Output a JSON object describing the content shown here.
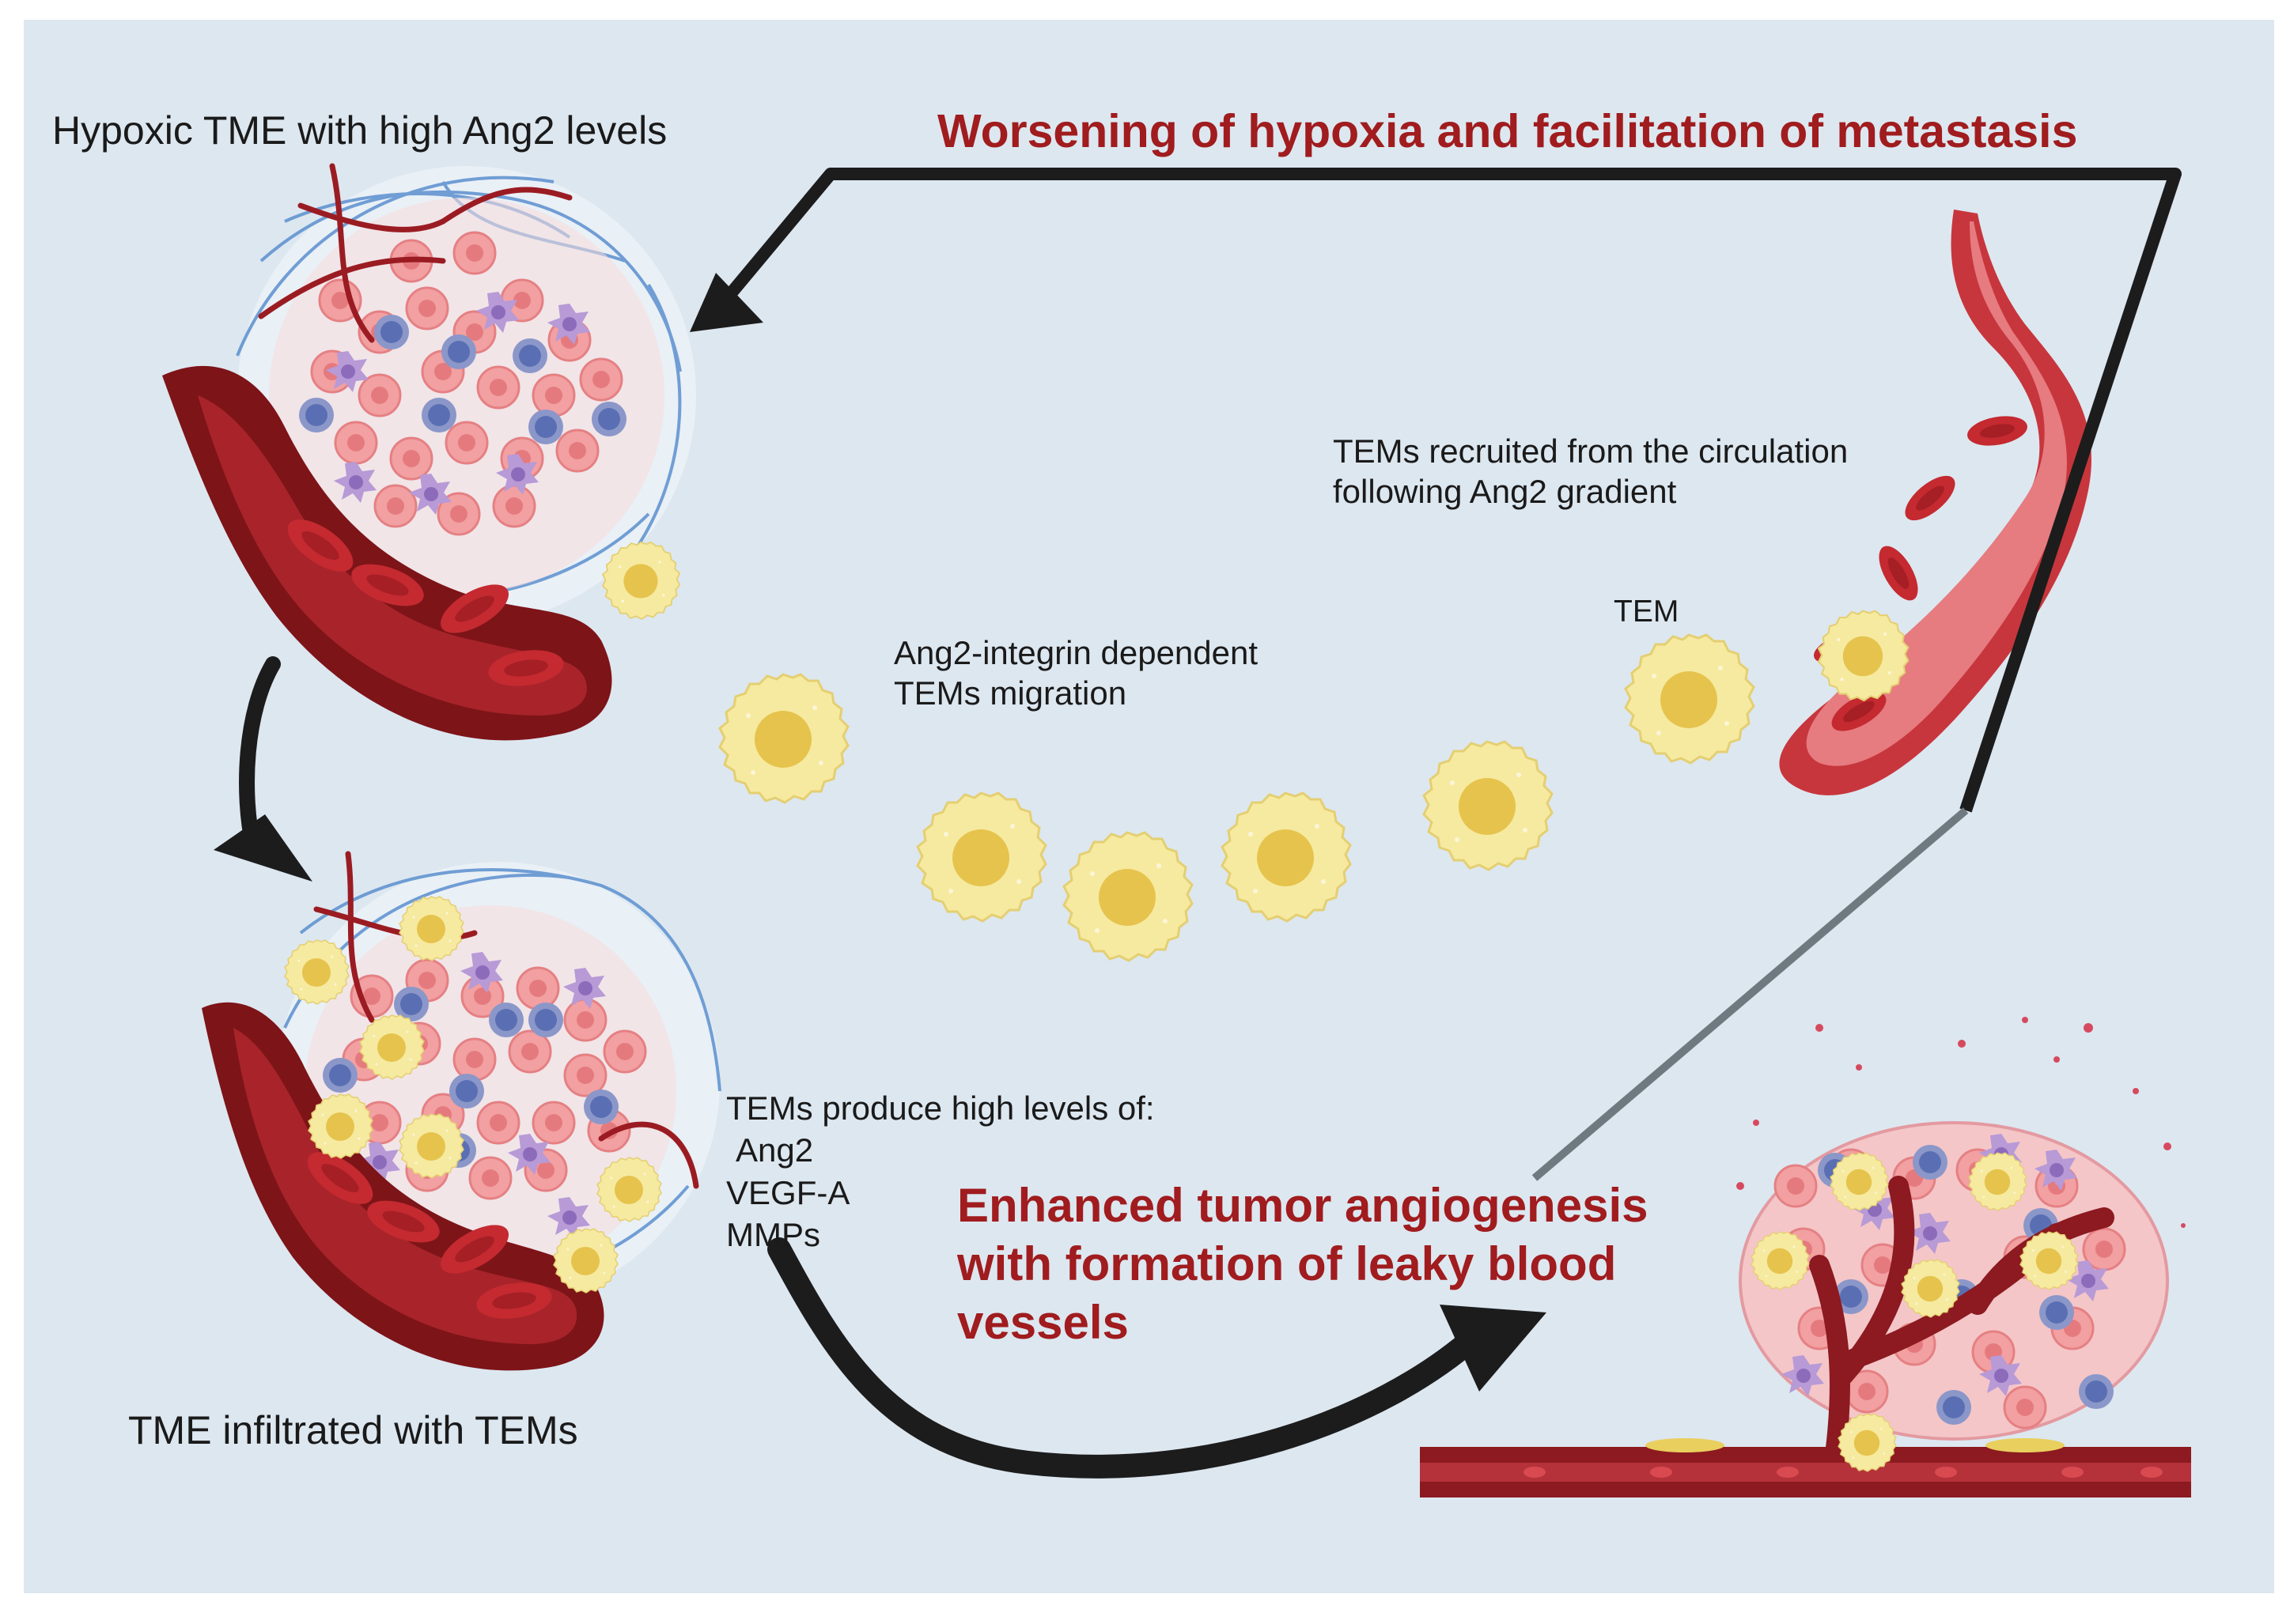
{
  "labels": {
    "hypoxic_tme": "Hypoxic TME with high Ang2 levels",
    "worsening": "Worsening of hypoxia and facilitation of metastasis",
    "recruited": [
      "TEMs recruited from the circulation",
      "following Ang2 gradient"
    ],
    "tem": "TEM",
    "migration": [
      "Ang2-integrin dependent",
      "TEMs migration"
    ],
    "produce_title": "TEMs produce high levels of:",
    "produce_items": [
      "Ang2",
      "VEGF-A",
      "MMPs"
    ],
    "enhanced": [
      "Enhanced tumor angiogenesis",
      "with formation of leaky blood",
      "vessels"
    ],
    "infiltrated": "TME infiltrated with TEMs"
  },
  "colors": {
    "background": "#dde7f0",
    "title_red": "#a01c1e",
    "arrow": "#1c1c1c",
    "tem_body": "#f6eaa0",
    "tem_nucleus": "#e6c34d",
    "vessel_dark": "#7d1418",
    "vessel_light": "#d8545a",
    "rbc": "#c42a30",
    "tumor_pink": "#f2a0a2",
    "cell_blue": "#5a6fb3",
    "cell_purple": "#a98ad0"
  },
  "icons": {
    "tem_cell": "spiky-yellow-cell",
    "blood_vessel": "blood-vessel",
    "tumor_mass": "tumor-microenvironment"
  }
}
